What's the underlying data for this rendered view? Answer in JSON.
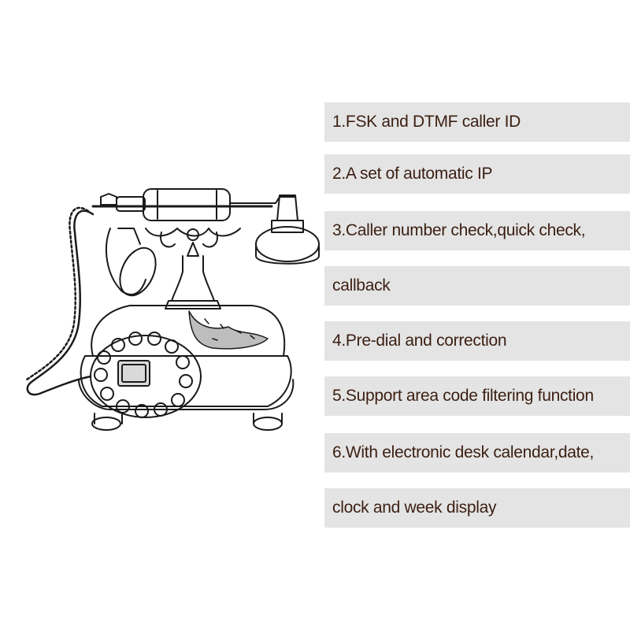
{
  "features": [
    {
      "label": "1.FSK and DTMF caller ID"
    },
    {
      "label": "2.A set of automatic IP"
    },
    {
      "label": "3.Caller number check,quick check,"
    },
    {
      "label": "callback"
    },
    {
      "label": "4.Pre-dial and correction"
    },
    {
      "label": "5.Support area code filtering function"
    },
    {
      "label": "6.With electronic desk calendar,date,"
    },
    {
      "label": "clock and week display"
    }
  ],
  "colors": {
    "band": "#e4e4e4",
    "text": "#3b1f12",
    "sketch": "#1a1a1a"
  }
}
